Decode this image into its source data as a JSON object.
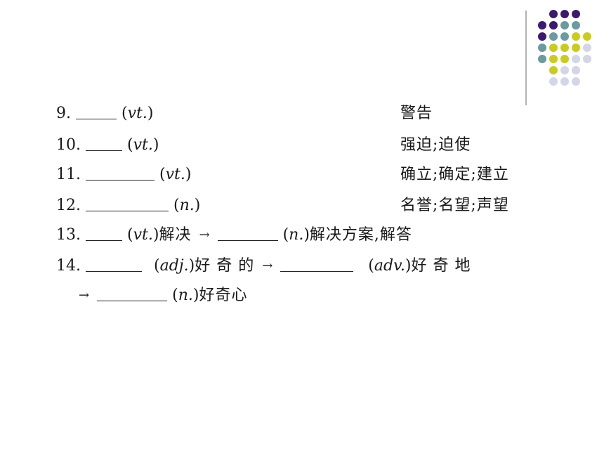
{
  "colors": {
    "purple": "#3d1a6e",
    "teal": "#6b9aa0",
    "yellow": "#c9cc1e",
    "lavender": "#d5d5e8",
    "divider": "#9a9a9a"
  },
  "items": [
    {
      "num": "9.",
      "pos": "vt.",
      "meaning": "警告"
    },
    {
      "num": "10.",
      "pos": "vt.",
      "meaning": "强迫;迫使"
    },
    {
      "num": "11.",
      "pos": "vt.",
      "meaning": "确立;确定;建立"
    },
    {
      "num": "12.",
      "pos": "n.",
      "meaning": "名誉;名望;声望"
    }
  ],
  "item13": {
    "num": "13.",
    "pos1": "vt.",
    "text1": "解决",
    "pos2": "n.",
    "text2": "解决方案,解答"
  },
  "item14": {
    "num": "14.",
    "pos1": "adj.",
    "text1": "好 奇 的",
    "pos2": "adv.",
    "text2": "好 奇 地",
    "pos3": "n.",
    "text3": "好奇心"
  },
  "arrow_symbol": "→"
}
